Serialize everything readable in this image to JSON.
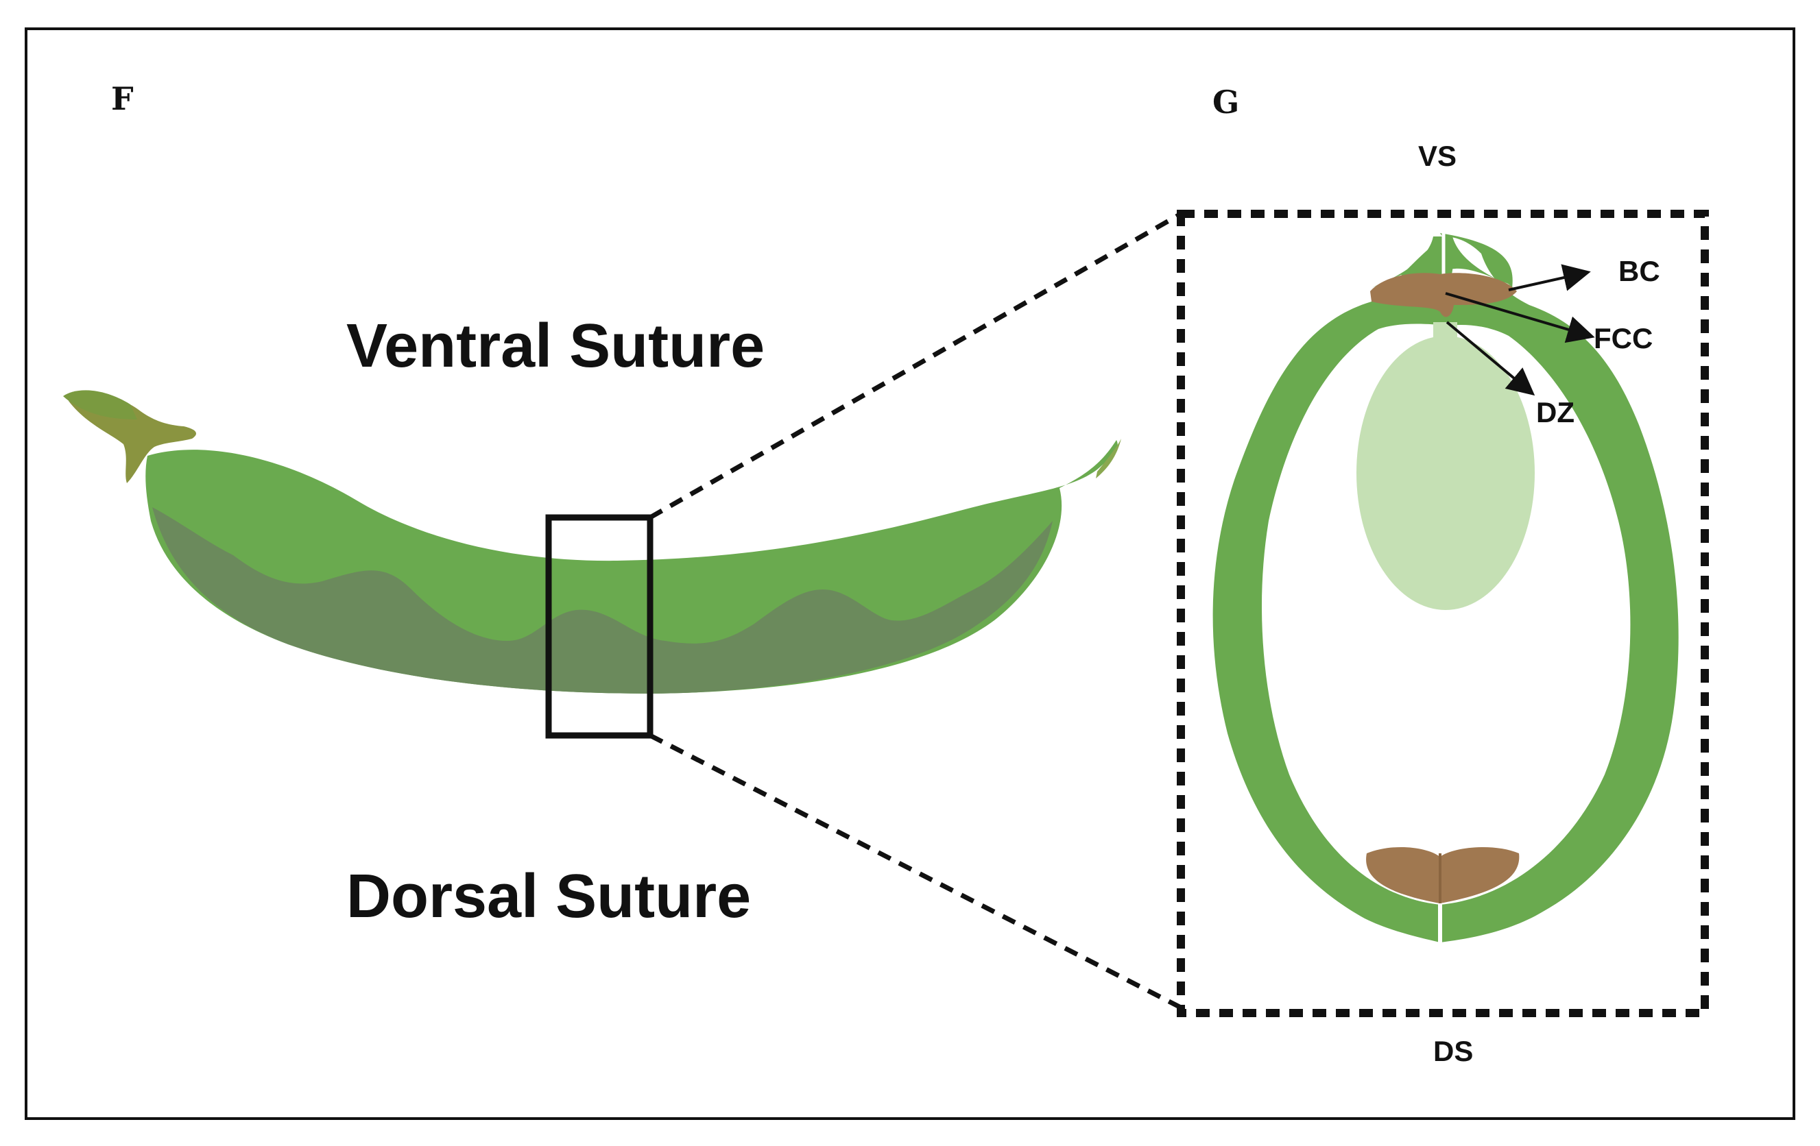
{
  "panels": {
    "f": {
      "letter": "F"
    },
    "g": {
      "letter": "G"
    }
  },
  "pod": {
    "ventral_label": "Ventral Suture",
    "dorsal_label": "Dorsal Suture"
  },
  "cross_section": {
    "top_label": "VS",
    "bottom_label": "DS",
    "annotations": {
      "bc": "BC",
      "fcc": "FCC",
      "dz": "DZ"
    }
  },
  "colors": {
    "pod_light_green": "#6aaa4f",
    "pod_dark_green": "#6b8a5c",
    "stem_olive": "#8a9440",
    "seed_pale_green": "#c5e0b4",
    "tissue_brown": "#a07850",
    "outline": "#111111"
  }
}
